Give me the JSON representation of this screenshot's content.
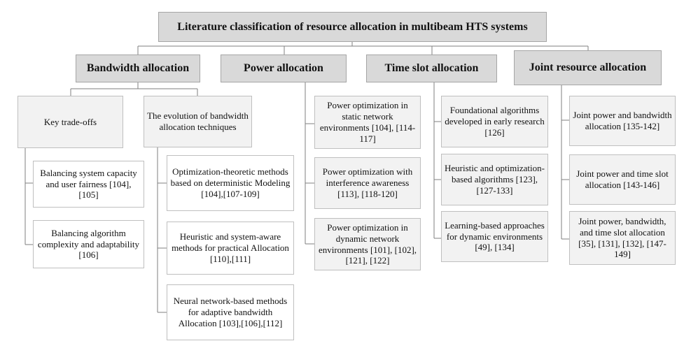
{
  "root": "Literature classification of resource allocation in multibeam HTS systems",
  "bandwidth": {
    "title": "Bandwidth allocation",
    "tradeoffs": {
      "title": "Key trade-offs",
      "items": [
        "Balancing system capacity and user fairness [104], [105]",
        "Balancing algorithm complexity and adaptability [106]"
      ]
    },
    "evolution": {
      "title": "The evolution of bandwidth allocation techniques",
      "items": [
        "Optimization-theoretic methods based on deterministic Modeling [104],[107-109]",
        "Heuristic and system-aware methods for practical Allocation [110],[111]",
        "Neural network-based methods for adaptive bandwidth Allocation [103],[106],[112]"
      ]
    }
  },
  "power": {
    "title": "Power allocation",
    "items": [
      "Power optimization in static network environments [104], [114-117]",
      "Power optimization with interference awareness [113], [118-120]",
      "Power optimization in dynamic network environments [101], [102], [121], [122]"
    ]
  },
  "timeslot": {
    "title": "Time slot allocation",
    "items": [
      "Foundational algorithms developed in early research [126]",
      "Heuristic and optimization-based algorithms [123], [127-133]",
      "Learning-based approaches for dynamic environments [49], [134]"
    ]
  },
  "joint": {
    "title": "Joint resource allocation",
    "items": [
      "Joint power and bandwidth allocation [135-142]",
      "Joint power and time slot allocation [143-146]",
      "Joint power, bandwidth, and time slot allocation [35], [131], [132], [147-149]"
    ]
  }
}
